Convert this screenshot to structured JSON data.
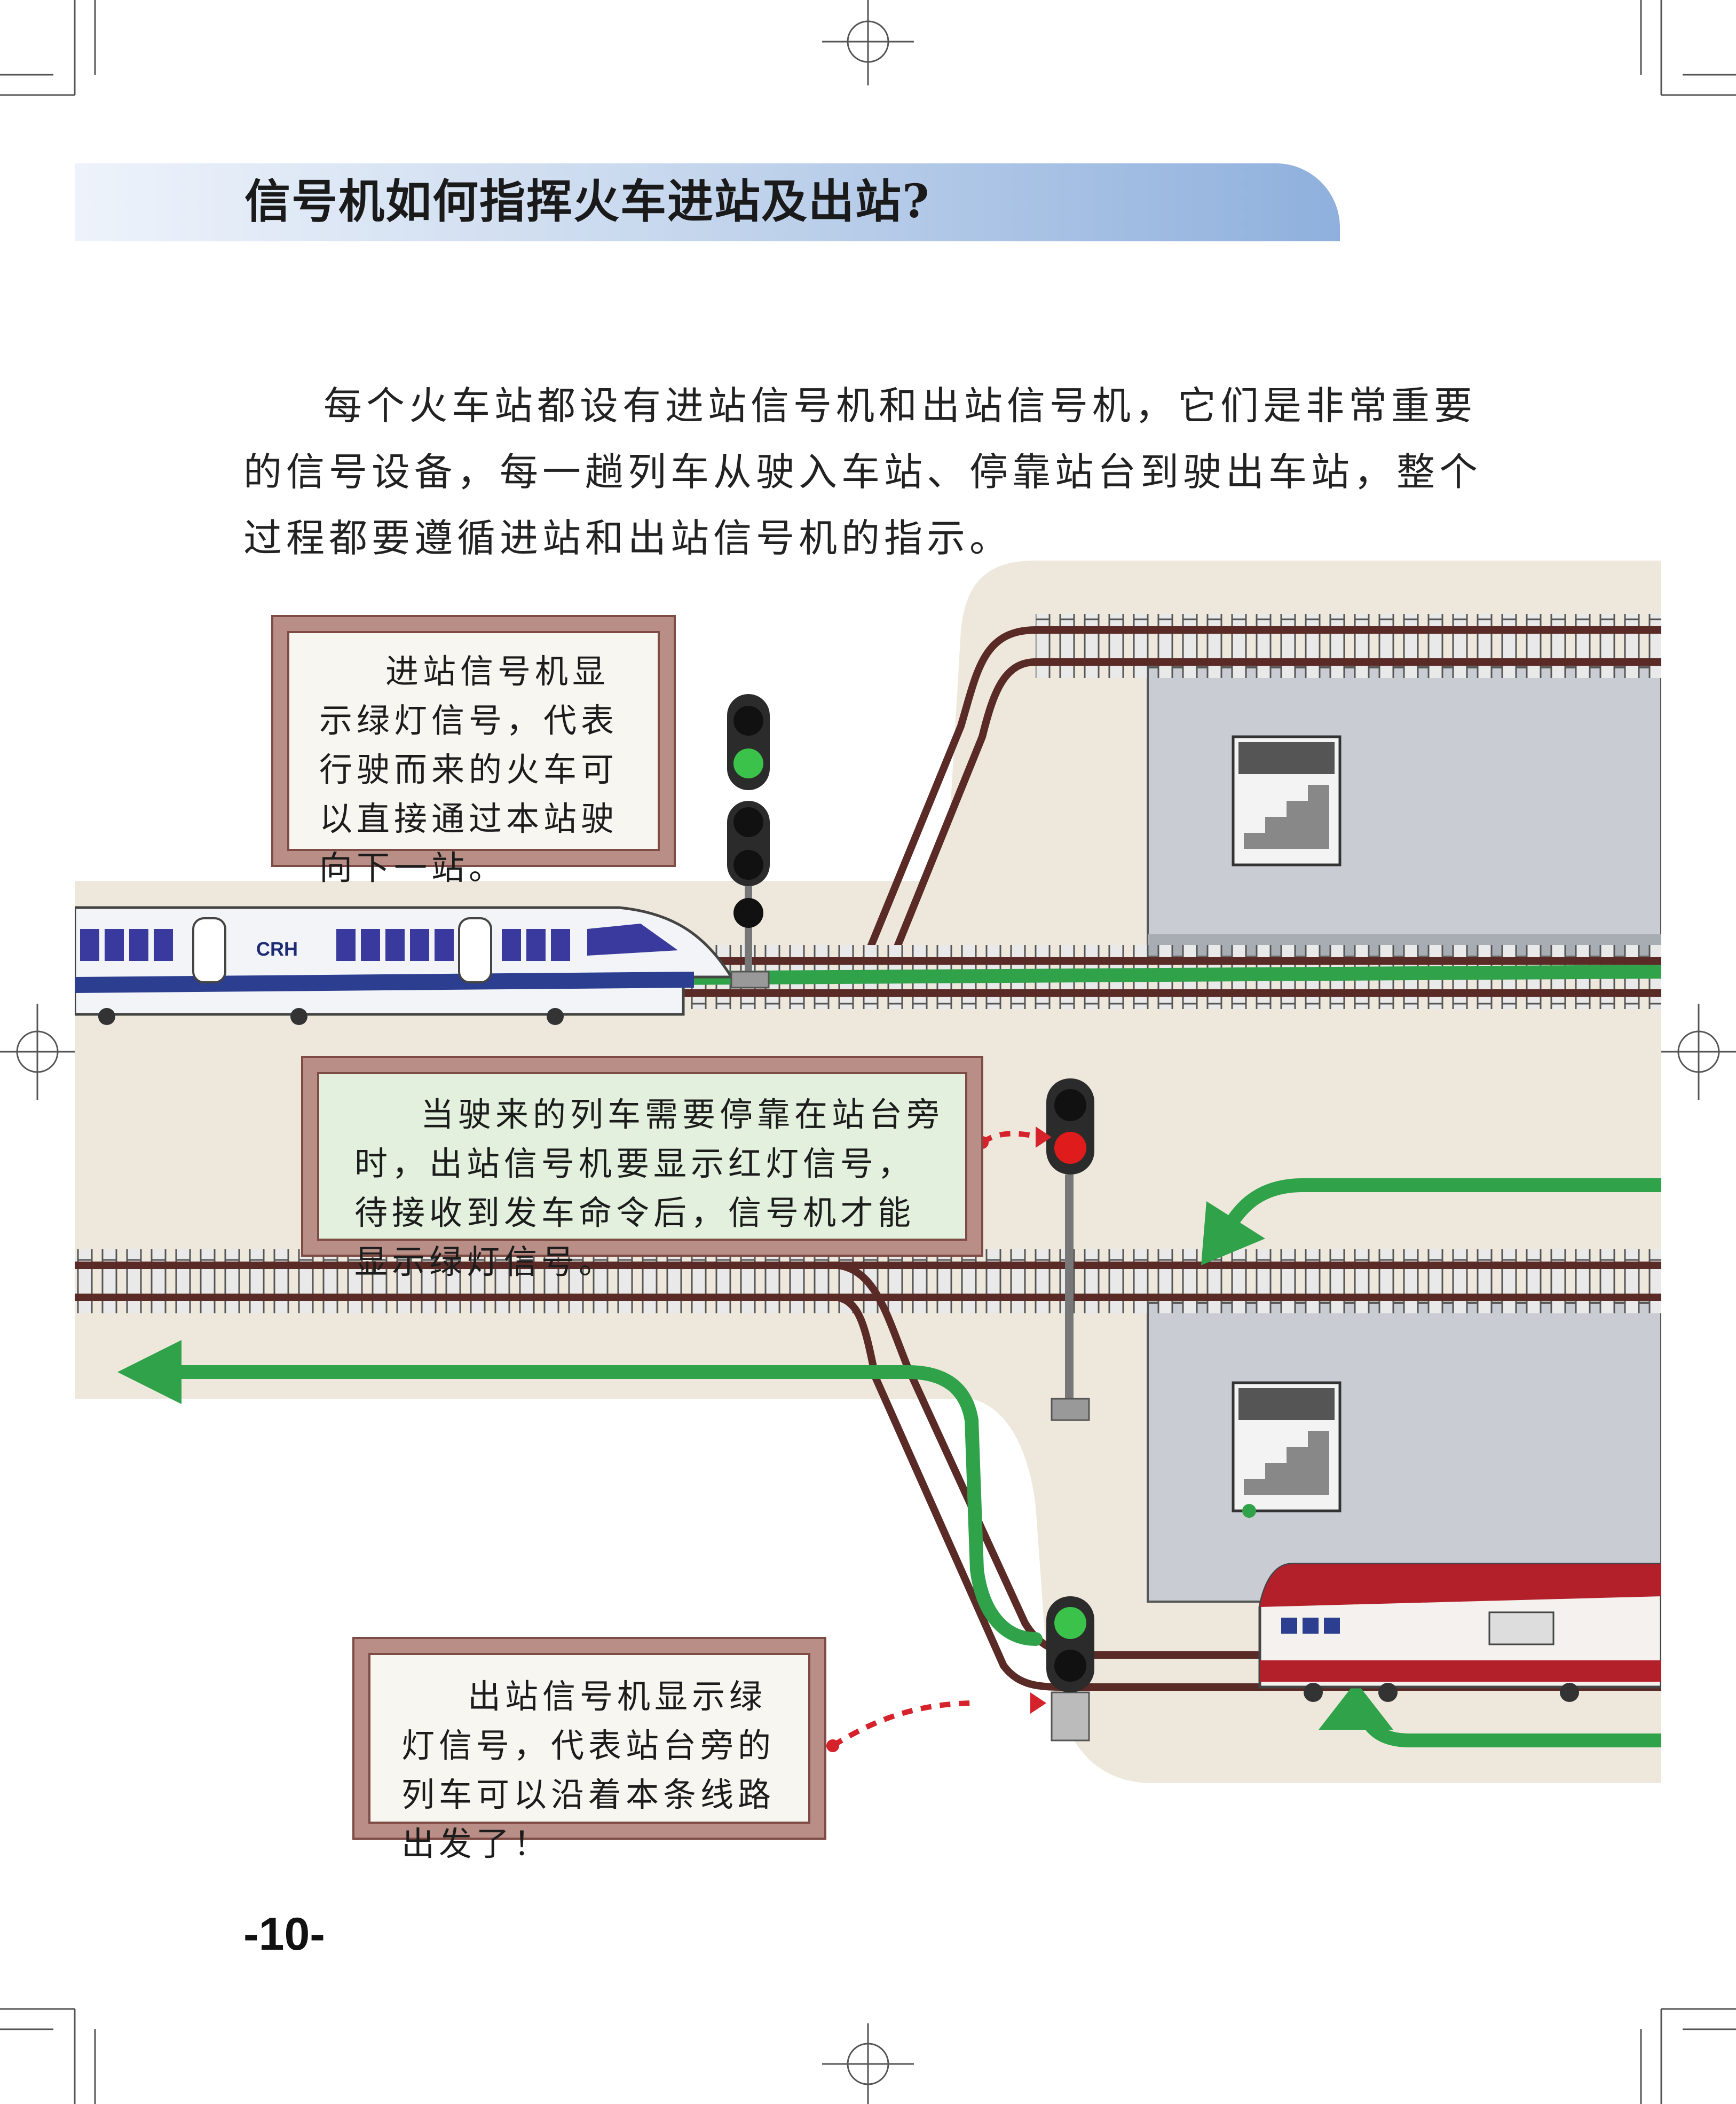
{
  "title": "信号机如何指挥火车进站及出站?",
  "intro": "每个火车站都设有进站信号机和出站信号机，它们是非常重要的信号设备，每一趟列车从驶入车站、停靠站台到驶出车站，整个过程都要遵循进站和出站信号机的指示。",
  "callouts": {
    "entry_signal": "进站信号机显示绿灯信号，代表行驶而来的火车可以直接通过本站驶向下一站。",
    "exit_signal_red": "当驶来的列车需要停靠在站台旁时，出站信号机要显示红灯信号，待接收到发车命令后，信号机才能显示绿灯信号。",
    "exit_signal_green": "出站信号机显示绿灯信号，代表站台旁的列车可以沿着本条线路出发了！"
  },
  "train_label": "CRH",
  "page_number": "-10-",
  "colors": {
    "route_arrow": "#2fa24a",
    "rail": "#5a2b26",
    "platform": "#c9cdd3",
    "ground": "#eee8dc",
    "signal_red": "#e01b1b",
    "signal_green": "#3bc24a"
  }
}
